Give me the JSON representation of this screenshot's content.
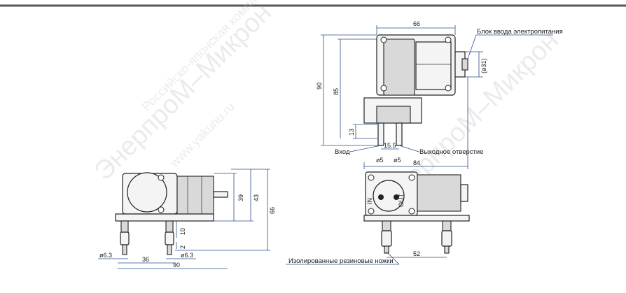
{
  "watermark": {
    "text_main": "ЭнерпроМ–Микрон",
    "text_secondary": "Российско-японская компания",
    "site": "www.yakunu.ru"
  },
  "callouts": {
    "power_input": "Блок ввода электропитания",
    "inlet": "Вход",
    "outlet": "Выходное отверстие",
    "rubber_feet": "Изолированные резиновые ножки"
  },
  "port_labels": {
    "in": "IN",
    "out": "OUT"
  },
  "top_view_dims": {
    "width": "66",
    "height_total": "90",
    "height_body": "85",
    "port_height": "13",
    "port_spacing": "15.5",
    "inlet_dia": "ø5",
    "outlet_dia": "ø5",
    "length": "84",
    "connector_dia": "(ø31)"
  },
  "side_view_dims": {
    "height_39": "39",
    "height_43": "43",
    "height_66": "66",
    "foot_10": "10",
    "foot_2": "2",
    "hole_left": "ø6.3",
    "hole_right": "ø6.3",
    "pitch": "36",
    "length": "90"
  },
  "front_view_dims": {
    "foot_pitch": "52"
  },
  "colors": {
    "dimension_line": "#2a4f8a",
    "outline": "#222222",
    "body_fill": "#f4f4f4",
    "shade_fill": "#d9d9d9",
    "top_rule": "#555555"
  }
}
